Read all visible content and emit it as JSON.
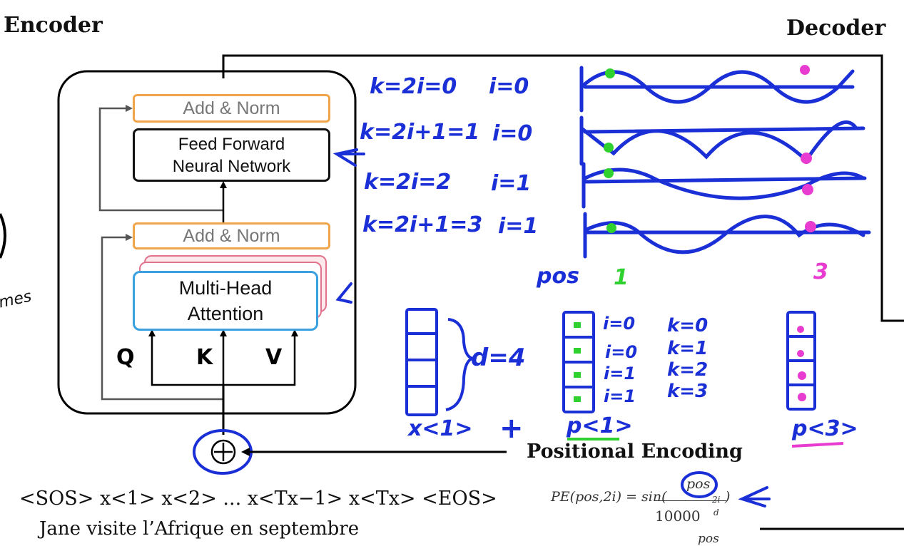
{
  "titles": {
    "encoder": "Encoder",
    "decoder": "Decoder"
  },
  "encoder_block": {
    "add_norm_top": "Add & Norm",
    "feed_forward": "Feed Forward\nNeural Network",
    "add_norm_bottom": "Add & Norm",
    "multi_head": "Multi-Head\nAttention",
    "q": "Q",
    "k": "K",
    "v": "V"
  },
  "left_fragment": "mes",
  "handwritten": {
    "rows": [
      {
        "k": "k=2i=0",
        "i": "i=0"
      },
      {
        "k": "k=2i+1=1",
        "i": "i=0"
      },
      {
        "k": "k=2i=2",
        "i": "i=1"
      },
      {
        "k": "k=2i+1=3",
        "i": "i=1"
      }
    ],
    "pos_label": "pos",
    "pos_1": "1",
    "pos_3": "3",
    "d_label": "d=4",
    "i_list": [
      "i=0",
      "i=0",
      "i=1",
      "i=1"
    ],
    "k_list": [
      "k=0",
      "k=1",
      "k=2",
      "k=3"
    ],
    "x1": "x<1>",
    "plus": "+",
    "p1": "p<1>",
    "p3": "p<3>",
    "colors": {
      "ink": "#1a2fd6",
      "green": "#2fd12f",
      "magenta": "#e83bd0"
    }
  },
  "positional_encoding": {
    "title": "Positional Encoding",
    "formula_lhs": "PE(pos,2i) = sin(",
    "numerator": "pos",
    "denominator": "10000",
    "exponent_num": "2i",
    "exponent_den": "d",
    "close": ")",
    "next_fragment": "pos"
  },
  "input_sequence": {
    "tokens": "<SOS> x<1> x<2> ... x<Tx−1> x<Tx> <EOS>",
    "sentence": "Jane visite l’Afrique en septembre"
  }
}
